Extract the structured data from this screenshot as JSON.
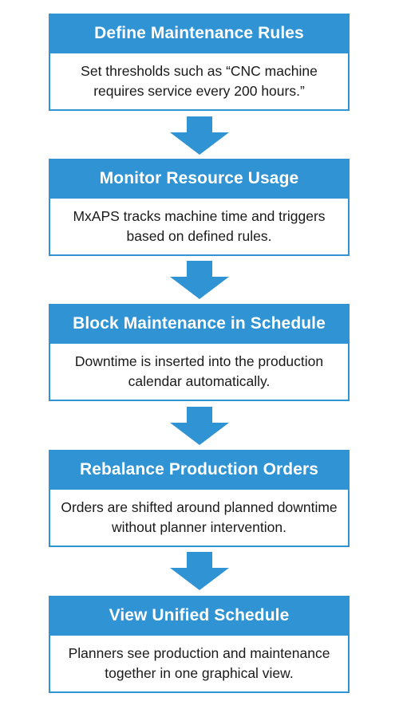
{
  "colors": {
    "accent": "#2f93d4",
    "header_text": "#ffffff",
    "body_text": "#1a1a1a"
  },
  "steps": [
    {
      "title": "Define Maintenance Rules",
      "description": "Set thresholds such as “CNC machine requires service every 200 hours.”"
    },
    {
      "title": "Monitor Resource Usage",
      "description": "MxAPS tracks machine time and triggers based on defined rules."
    },
    {
      "title": "Block Maintenance in Schedule",
      "description": "Downtime is inserted into the production calendar automatically."
    },
    {
      "title": "Rebalance Production Orders",
      "description": "Orders are shifted around planned downtime without planner intervention."
    },
    {
      "title": "View Unified Schedule",
      "description": "Planners see production and maintenance together in one graphical view."
    }
  ]
}
